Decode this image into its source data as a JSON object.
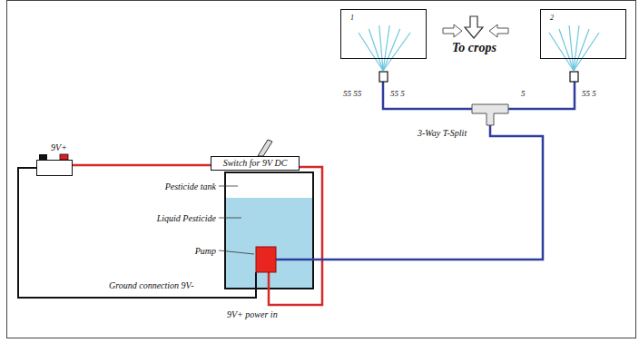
{
  "diagram": {
    "nodes": [
      {
        "text": [
          "9V+"
        ]
      },
      {
        "text": [
          "Switch for 9V DC"
        ]
      },
      {
        "text": [
          "1"
        ]
      },
      {
        "text": [
          "2"
        ]
      }
    ],
    "edges": [
      {
        "from": 0,
        "to": 1,
        "arrow": "none"
      }
    ],
    "labels": [
      "Pesticide tank",
      "Liquid Pesticide",
      "Pump",
      "Ground connection 9V-",
      "9V+ power in",
      "3-Way T-Split",
      "To crops",
      "55 55",
      "55 5",
      "5",
      "55 5"
    ]
  }
}
